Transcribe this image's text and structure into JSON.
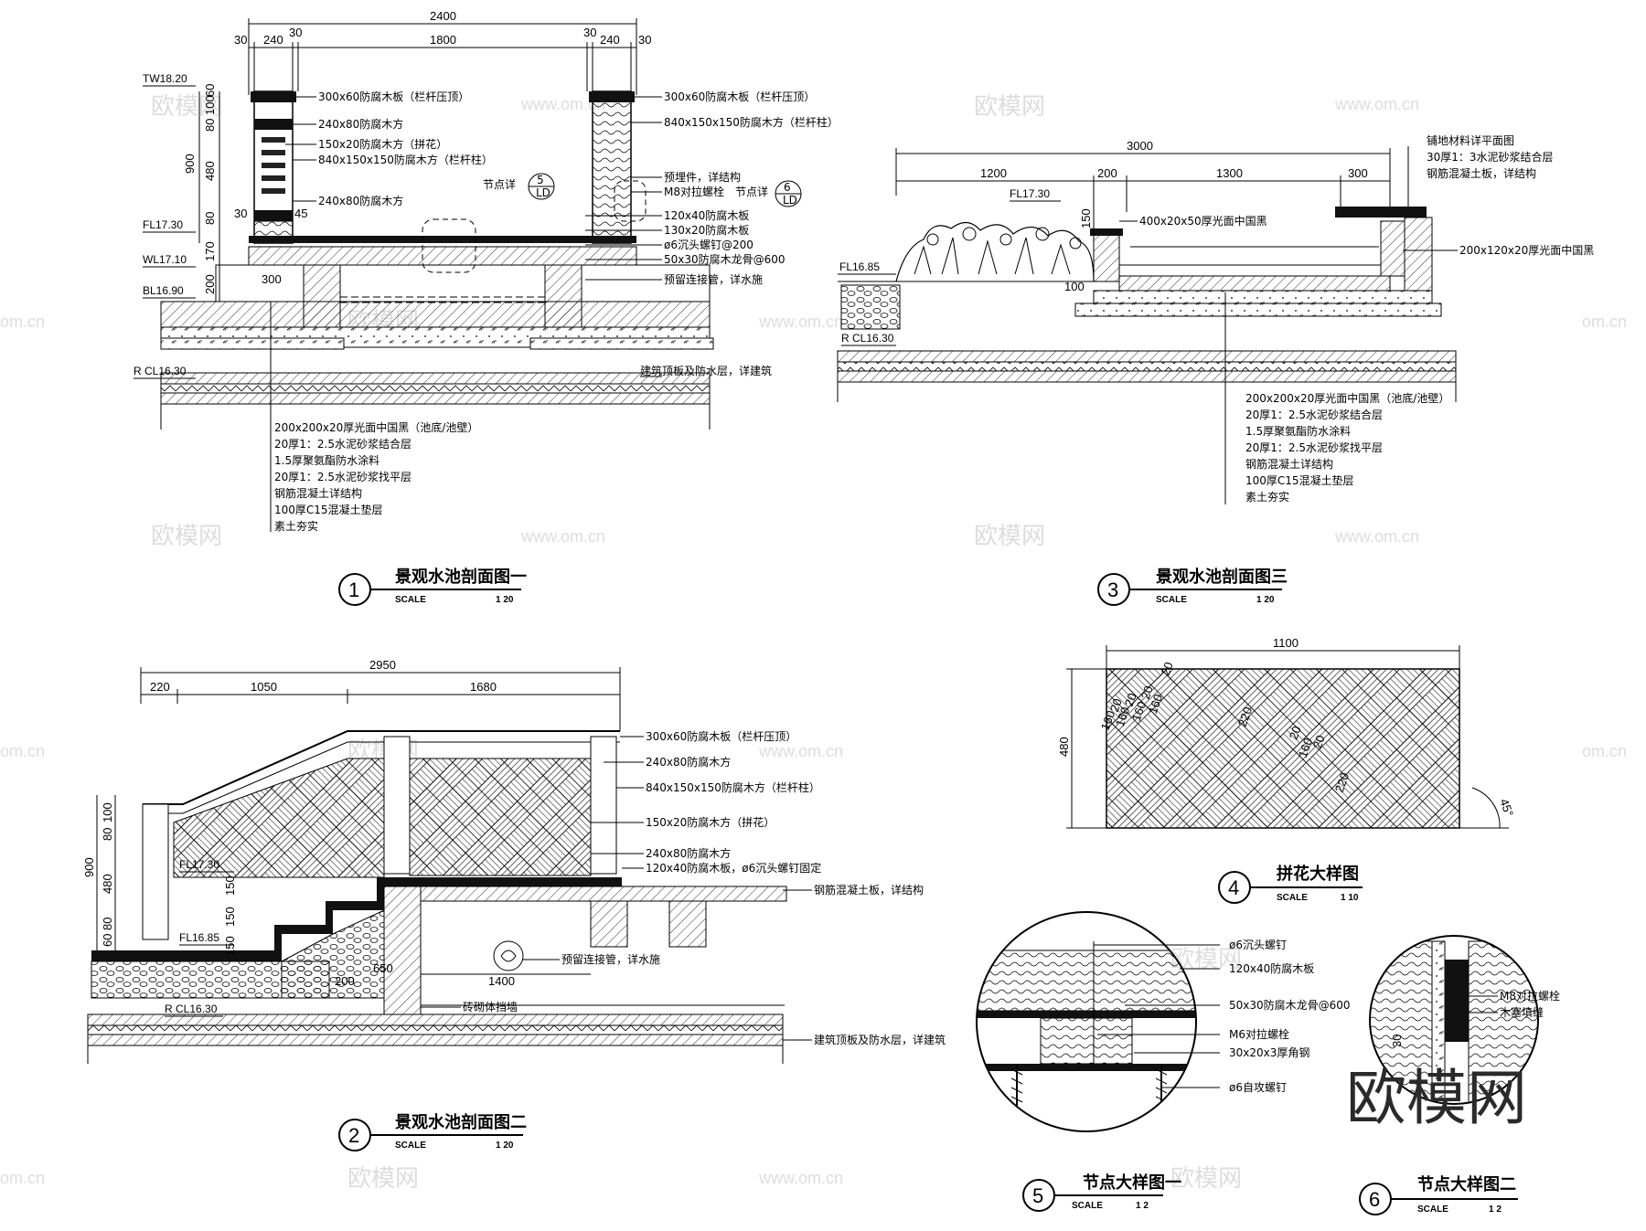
{
  "watermark": {
    "brand": "欧模网",
    "url": "www.om.cn",
    "url_partial": "om.cn"
  },
  "logo": {
    "text": "欧模网"
  },
  "scale_word": "SCALE",
  "section1": {
    "number": "1",
    "title": "景观水池剖面图一",
    "scale": "1 20",
    "dims_top": [
      "2400"
    ],
    "dims_second": [
      "30",
      "240",
      "30",
      "1800",
      "30",
      "240",
      "30"
    ],
    "left_dims": [
      "900",
      "60",
      "100",
      "80",
      "480",
      "80",
      "30",
      "170",
      "200",
      "45",
      "300"
    ],
    "levels": [
      "TW18.20",
      "FL17.30",
      "WL17.10",
      "BL16.90",
      "R  CL16.30"
    ],
    "callouts_left": [
      "300x60防腐木板（栏杆压顶）",
      "240x80防腐木方",
      "150x20防腐木方（拼花）",
      "840x150x150防腐木方（栏杆柱）",
      "240x80防腐木方"
    ],
    "callouts_right": [
      "300x60防腐木板（栏杆压顶）",
      "840x150x150防腐木方（栏杆柱）",
      "预埋件，详结构",
      "M8对拉螺栓",
      "120x40防腐木板",
      "130x20防腐木板",
      "ø6沉头螺钉@200",
      "50x30防腐木龙骨@600",
      "预留连接管，详水施",
      "建筑顶板及防水层，详建筑"
    ],
    "detail_refs": [
      {
        "label": "节点详",
        "num": "5",
        "sheet": "LD"
      },
      {
        "label": "节点详",
        "num": "6",
        "sheet": "LD"
      }
    ],
    "layers": [
      "200x200x20厚光面中国黑（池底/池壁）",
      "20厚1：2.5水泥砂浆结合层",
      "1.5厚聚氨酯防水涂料",
      "20厚1：2.5水泥砂浆找平层",
      "钢筋混凝土详结构",
      "100厚C15混凝土垫层",
      "素土夯实"
    ]
  },
  "section2": {
    "number": "2",
    "title": "景观水池剖面图二",
    "scale": "1 20",
    "dims_top": [
      "2950"
    ],
    "dims_second": [
      "220",
      "1050",
      "1680"
    ],
    "left_dims": [
      "900",
      "100",
      "80",
      "480",
      "80",
      "60"
    ],
    "inner_dims": [
      "150",
      "150",
      "150",
      "200",
      "650",
      "1400"
    ],
    "levels": [
      "FL17.30",
      "FL16.85",
      "R  CL16.30"
    ],
    "callouts": [
      "300x60防腐木板（栏杆压顶）",
      "240x80防腐木方",
      "840x150x150防腐木方（栏杆柱）",
      "150x20防腐木方（拼花）",
      "240x80防腐木方",
      "120x40防腐木板，ø6沉头螺钉固定",
      "钢筋混凝土板，详结构",
      "预留连接管，详水施",
      "砖砌体挡墙",
      "建筑顶板及防水层，详建筑"
    ]
  },
  "section3": {
    "number": "3",
    "title": "景观水池剖面图三",
    "scale": "1 20",
    "dims_top": [
      "3000"
    ],
    "dims_second": [
      "1200",
      "200",
      "1300",
      "300"
    ],
    "left_dims": [
      "150",
      "100"
    ],
    "levels": [
      "FL17.30",
      "FL16.85",
      "R  CL16.30"
    ],
    "callouts": [
      "铺地材料详平面图",
      "30厚1：3水泥砂浆结合层",
      "钢筋混凝土板，详结构",
      "400x20x50厚光面中国黑",
      "200x120x20厚光面中国黑"
    ],
    "layers": [
      "200x200x20厚光面中国黑（池底/池壁）",
      "20厚1：2.5水泥砂浆结合层",
      "1.5厚聚氨酯防水涂料",
      "20厚1：2.5水泥砂浆找平层",
      "钢筋混凝土详结构",
      "100厚C15混凝土垫层",
      "素土夯实"
    ]
  },
  "section4": {
    "number": "4",
    "title": "拼花大样图",
    "scale": "1 10",
    "dims": {
      "width": "1100",
      "height": "480",
      "angle": "45°"
    },
    "pattern_dims": [
      "160",
      "20",
      "160",
      "20",
      "160",
      "20",
      "160",
      "20",
      "220",
      "20",
      "160",
      "20",
      "220"
    ]
  },
  "section5": {
    "number": "5",
    "title": "节点大样图一",
    "scale": "1 2",
    "callouts": [
      "ø6沉头螺钉",
      "120x40防腐木板",
      "50x30防腐木龙骨@600",
      "M6对拉螺栓",
      "30x20x3厚角钢",
      "ø6自攻螺钉"
    ]
  },
  "section6": {
    "number": "6",
    "title": "节点大样图二",
    "scale": "1 2",
    "callouts": [
      "M8对拉螺栓",
      "木塞填缝"
    ],
    "dims": [
      "30"
    ]
  }
}
